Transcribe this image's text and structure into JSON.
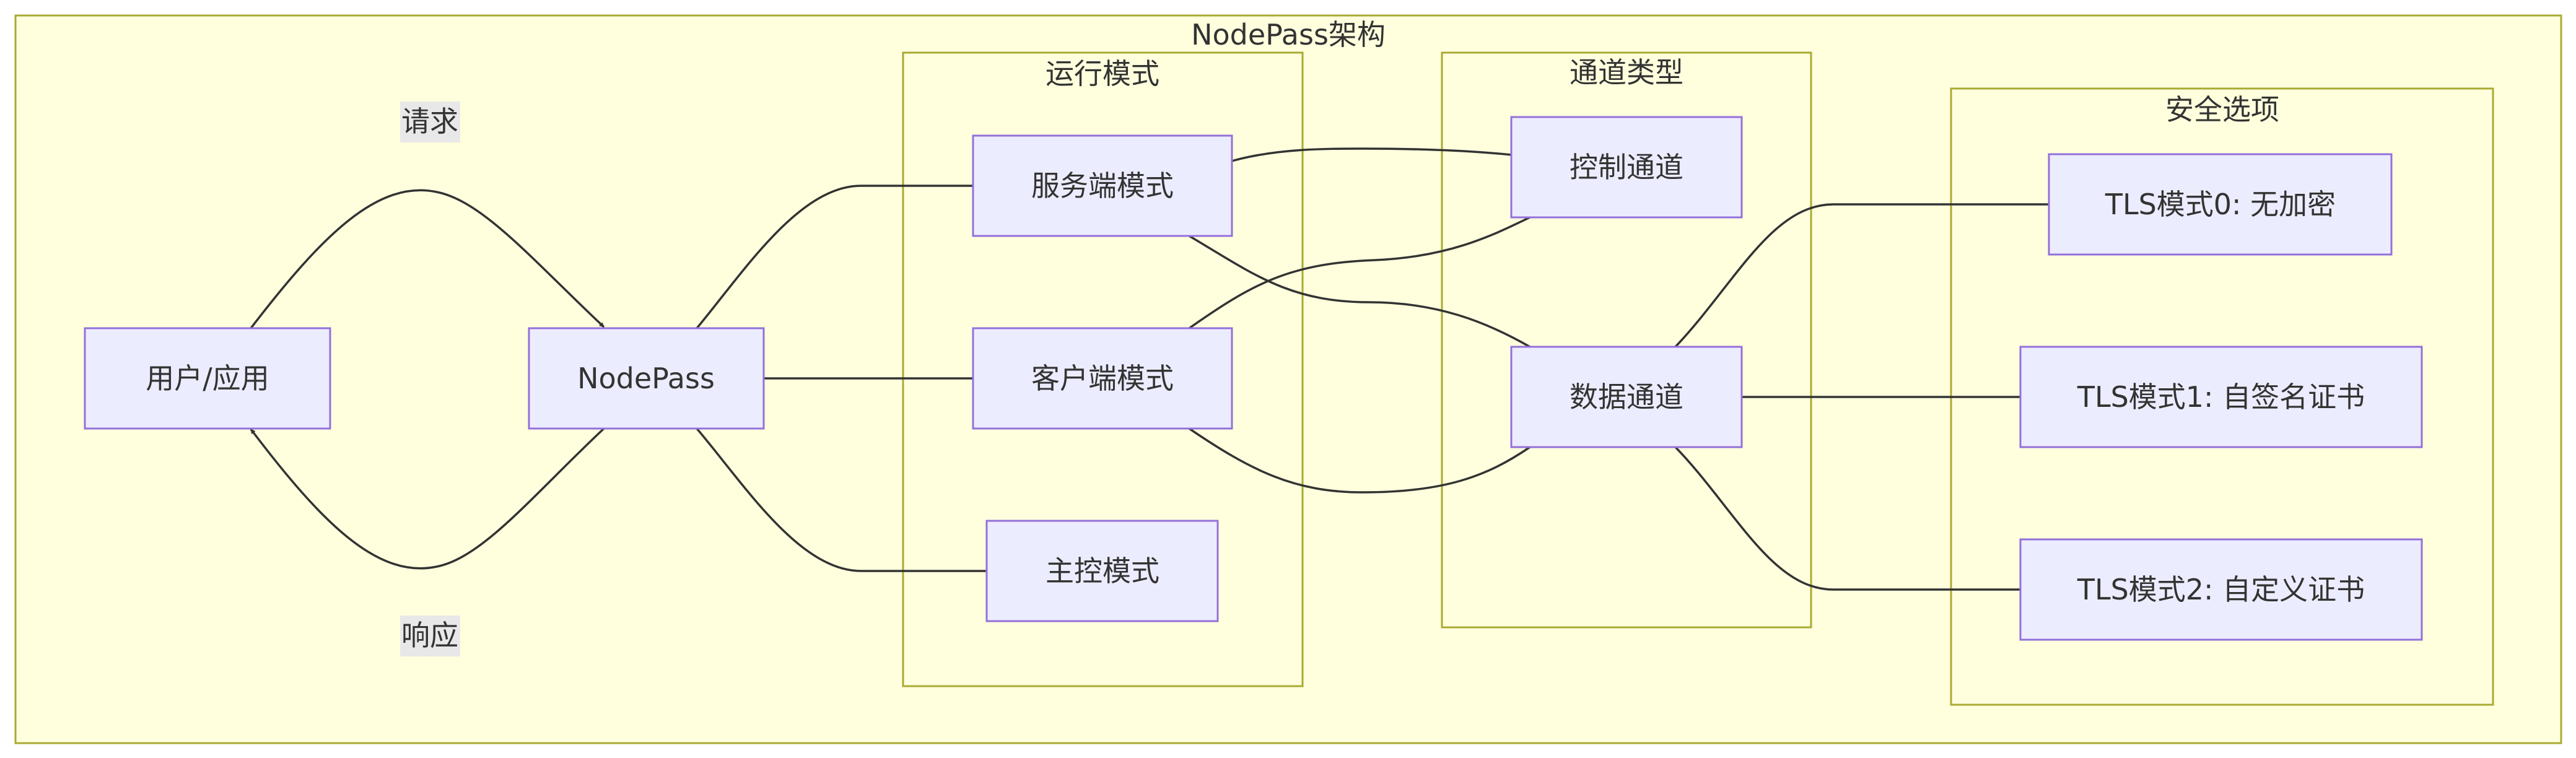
{
  "title": "NodePass架构",
  "clusters": {
    "modes": "运行模式",
    "channels": "通道类型",
    "security": "安全选项"
  },
  "nodes": {
    "user": "用户/应用",
    "nodepass": "NodePass",
    "server": "服务端模式",
    "client": "客户端模式",
    "master": "主控模式",
    "control": "控制通道",
    "data": "数据通道",
    "tls0": "TLS模式0: 无加密",
    "tls1": "TLS模式1: 自签名证书",
    "tls2": "TLS模式2: 自定义证书"
  },
  "edge_labels": {
    "request": "请求",
    "response": "响应"
  },
  "colors": {
    "cluster_fill": "#ffffde",
    "cluster_stroke": "#aaaa33",
    "node_fill": "#ececff",
    "node_stroke": "#9370db",
    "edge": "#333333"
  }
}
